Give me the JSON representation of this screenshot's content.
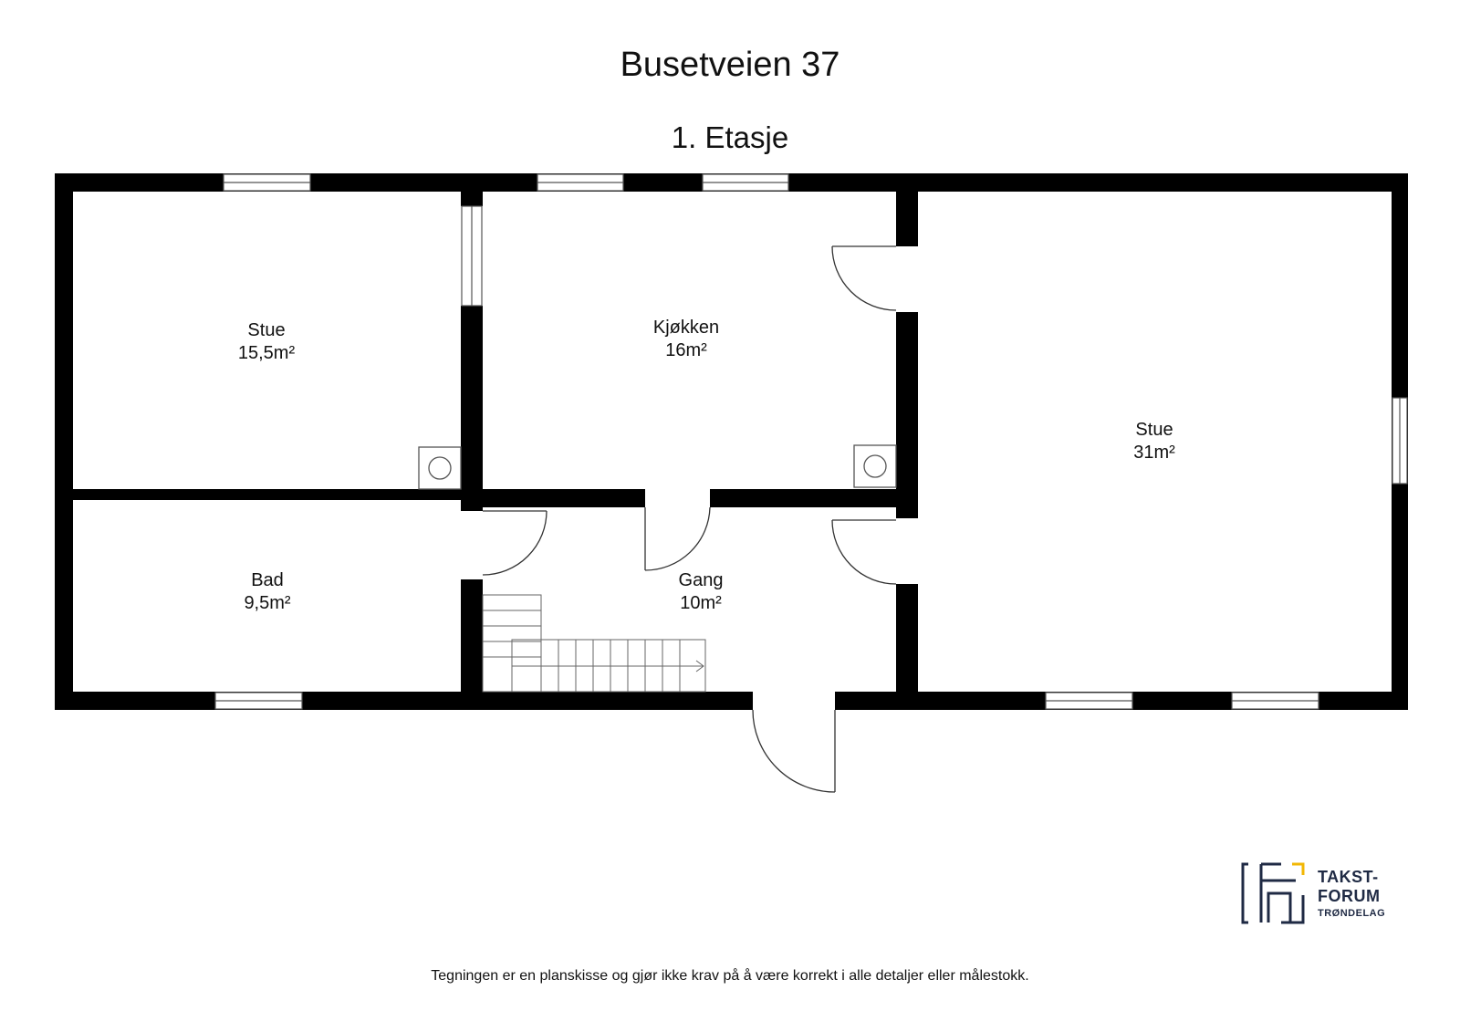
{
  "header": {
    "title": "Busetveien 37",
    "floor": "1. Etasje"
  },
  "rooms": [
    {
      "name": "Stue",
      "area": "15,5m²"
    },
    {
      "name": "Kjøkken",
      "area": "16m²"
    },
    {
      "name": "Stue",
      "area": "31m²"
    },
    {
      "name": "Bad",
      "area": "9,5m²"
    },
    {
      "name": "Gang",
      "area": "10m²"
    }
  ],
  "footer": {
    "disclaimer": "Tegningen er en planskisse og gjør ikke krav på å være korrekt i alle detaljer eller målestokk."
  },
  "logo": {
    "line1": "TAKST-",
    "line2": "FORUM",
    "line3": "TRØNDELAG",
    "color_dark": "#1f2a44",
    "color_accent": "#f2b705"
  },
  "colors": {
    "wall": "#000000",
    "line": "#444444",
    "background": "#ffffff"
  }
}
